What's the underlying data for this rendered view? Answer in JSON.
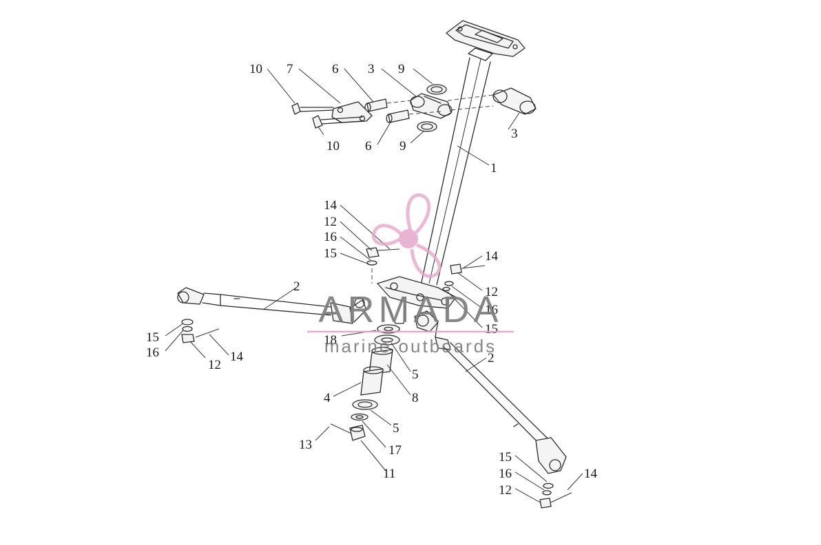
{
  "callouts": [
    "10",
    "7",
    "6",
    "3",
    "9",
    "10",
    "6",
    "9",
    "3",
    "1",
    "14",
    "12",
    "16",
    "15",
    "14",
    "12",
    "16",
    "15",
    "2",
    "15",
    "16",
    "12",
    "14",
    "18",
    "5",
    "8",
    "4",
    "5",
    "17",
    "13",
    "11",
    "2",
    "15",
    "16",
    "12",
    "14"
  ],
  "watermark": {
    "brand": "ARMADA",
    "tagline": "marine outboards",
    "logo_color": "#e4a3c6",
    "logo_icon": "propeller-icon"
  }
}
